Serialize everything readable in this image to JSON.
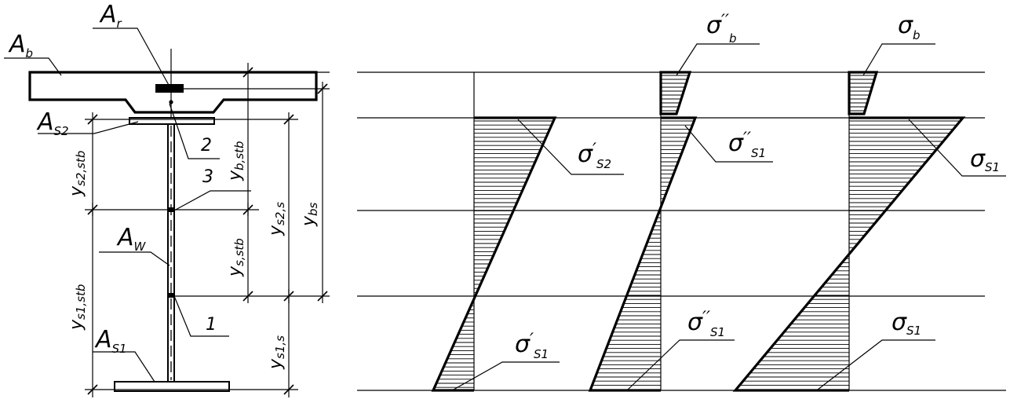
{
  "labels": {
    "A_b": {
      "main": "A",
      "sub": "b"
    },
    "A_r": {
      "main": "A",
      "sub": "r"
    },
    "A_s2": {
      "main": "A",
      "sub": "S2"
    },
    "A_w": {
      "main": "A",
      "sub": "W"
    },
    "A_s1": {
      "main": "A",
      "sub": "S1"
    },
    "point_1": "1",
    "point_2": "2",
    "point_3": "3",
    "sigma_b2": {
      "main": "σ",
      "prime": "′′",
      "sub": "b"
    },
    "sigma_b": {
      "main": "σ",
      "sub": "b"
    },
    "sigma_s2p": {
      "main": "σ",
      "prime": "′",
      "sub": "S2"
    },
    "sigma_s1pp_top": {
      "main": "σ",
      "prime": "′′",
      "sub": "S1"
    },
    "sigma_s1_top": {
      "main": "σ",
      "sub": "S1"
    },
    "sigma_s1p": {
      "main": "σ",
      "prime": "′",
      "sub": "S1"
    },
    "sigma_s1pp_bot": {
      "main": "σ",
      "prime": "′′",
      "sub": "S1"
    },
    "sigma_s1_bot": {
      "main": "σ",
      "sub": "S1"
    }
  },
  "dimensions": {
    "y_s2_stb": {
      "main": "y",
      "sub": "s2,stb"
    },
    "y_s1_stb": {
      "main": "y",
      "sub": "s1,stb"
    },
    "y_b_stb": {
      "main": "y",
      "sub": "b,stb"
    },
    "y_s_stb": {
      "main": "y",
      "sub": "s,stb"
    },
    "y_s2_s": {
      "main": "y",
      "sub": "s2,s"
    },
    "y_s1_s": {
      "main": "y",
      "sub": "s1,s"
    },
    "y_bs": {
      "main": "y",
      "sub": "bs"
    }
  }
}
